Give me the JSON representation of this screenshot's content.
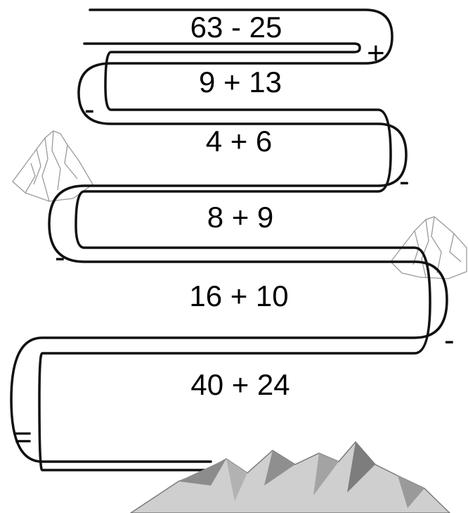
{
  "colors": {
    "road_outline": "#111111",
    "background": "#ffffff",
    "mountain_dark": "#6f6f6f",
    "mountain_light": "#d9d9d9"
  },
  "road": {
    "expressions": [
      "63 - 25",
      "9 + 13",
      "4 + 6",
      "8 + 9",
      "16 + 10",
      "40 + 24"
    ],
    "operators": [
      "+",
      "-",
      "-",
      "-",
      "-",
      "="
    ]
  },
  "decorations": [
    "mountain-icon",
    "mountain-icon",
    "mountain-range"
  ]
}
